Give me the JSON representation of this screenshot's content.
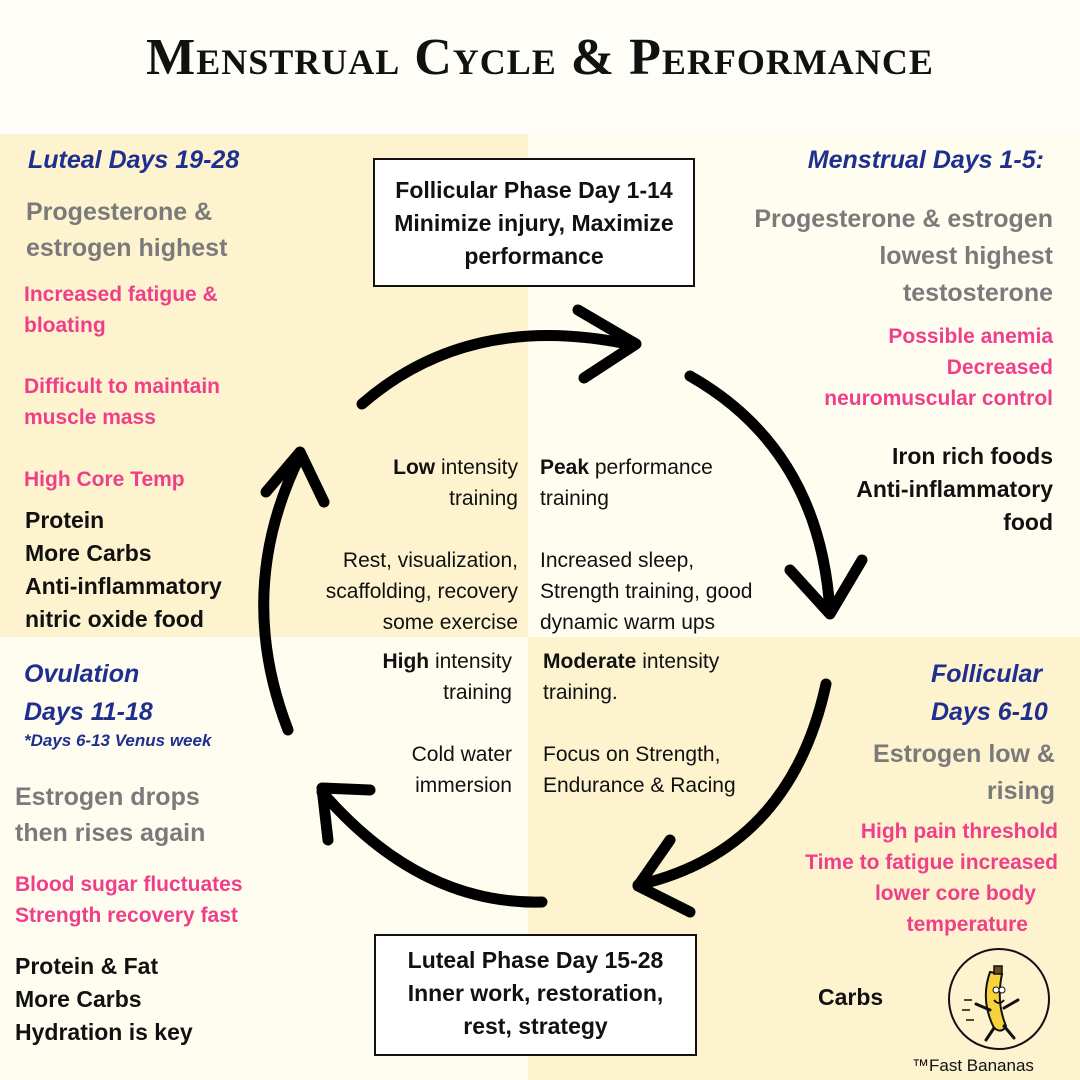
{
  "title": "Menstrual Cycle & Performance",
  "colors": {
    "heading_blue": "#1f2f8f",
    "gray": "#7a7a7a",
    "pink": "#ef3e8a",
    "yellow_bg": "#fdf3cf",
    "cream_bg": "#fffdf0"
  },
  "top_box": {
    "lines": [
      "Follicular Phase Day 1-14",
      "Minimize injury, Maximize",
      "performance"
    ]
  },
  "bottom_box": {
    "lines": [
      "Luteal Phase Day 15-28",
      "Inner work, restoration,",
      "rest, strategy"
    ]
  },
  "luteal": {
    "heading": "Luteal Days 19-28",
    "hormones": [
      "Progesterone &",
      "estrogen highest"
    ],
    "effects": [
      [
        "Increased fatigue &",
        "bloating"
      ],
      [
        "Difficult to maintain",
        "muscle mass"
      ],
      [
        "High Core Temp"
      ]
    ],
    "nutrition": [
      "Protein",
      "More Carbs",
      "Anti-inflammatory",
      "nitric oxide food"
    ]
  },
  "menstrual": {
    "heading": "Menstrual Days 1-5:",
    "hormones": [
      "Progesterone & estrogen",
      "lowest highest",
      "testosterone"
    ],
    "effects": [
      "Possible anemia",
      "Decreased",
      "neuromuscular control"
    ],
    "nutrition": [
      "Iron rich foods",
      "Anti-inflammatory",
      "food"
    ]
  },
  "ovulation": {
    "heading": [
      "Ovulation",
      "Days 11-18"
    ],
    "note": "*Days 6-13 Venus week",
    "hormones": [
      "Estrogen drops",
      "then rises again"
    ],
    "effects": [
      "Blood sugar fluctuates",
      "Strength recovery fast"
    ],
    "nutrition": [
      "Protein & Fat",
      "More Carbs",
      "Hydration is key"
    ]
  },
  "follicular": {
    "heading": [
      "Follicular",
      "Days 6-10"
    ],
    "hormones": [
      "Estrogen low &",
      "rising"
    ],
    "effects": [
      "High pain threshold",
      "Time to fatigue increased",
      "lower core body",
      "temperature"
    ],
    "nutrition": "Carbs"
  },
  "training": {
    "tl": {
      "bold": "Low",
      "rest": " intensity",
      "line2": "training"
    },
    "tl_recovery": [
      "Rest, visualization,",
      "scaffolding, recovery",
      "some exercise"
    ],
    "tr": {
      "bold": "Peak",
      "rest": " performance",
      "line2": "training"
    },
    "tr_recovery": [
      "Increased sleep,",
      "Strength training, good",
      "dynamic warm ups"
    ],
    "bl": {
      "bold": "High",
      "rest": " intensity",
      "line2": "training"
    },
    "bl_recovery": [
      "Cold water",
      "immersion"
    ],
    "br": {
      "bold": "Moderate",
      "rest": " intensity",
      "line2": "training."
    },
    "br_recovery": [
      "Focus on Strength,",
      "Endurance & Racing"
    ]
  },
  "brand": "™Fast Bananas",
  "logo_icon": "running-banana-icon"
}
